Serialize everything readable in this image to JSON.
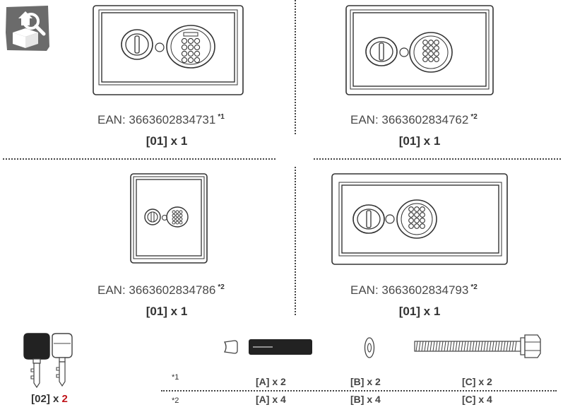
{
  "logo_icon": "box-search-icon",
  "products": [
    {
      "ean_label": "EAN: 3663602834731",
      "note": "*1",
      "qty": "[01] x 1"
    },
    {
      "ean_label": "EAN: 3663602834762",
      "note": "*2",
      "qty": "[01] x 1"
    },
    {
      "ean_label": "EAN: 3663602834786",
      "note": "*2",
      "qty": "[01] x 1"
    },
    {
      "ean_label": "EAN: 3663602834793",
      "note": "*2",
      "qty": "[01] x 1"
    }
  ],
  "keys": {
    "label_prefix": "[02] x ",
    "count": "2",
    "count_color": "#c0141a"
  },
  "footnotes": {
    "row1": {
      "mark": "*1",
      "a": "[A] x 2",
      "b": "[B] x 2",
      "c": "[C] x 2"
    },
    "row2": {
      "mark": "*2",
      "a": "[A] x 4",
      "b": "[B] x 4",
      "c": "[C] x 4"
    }
  }
}
